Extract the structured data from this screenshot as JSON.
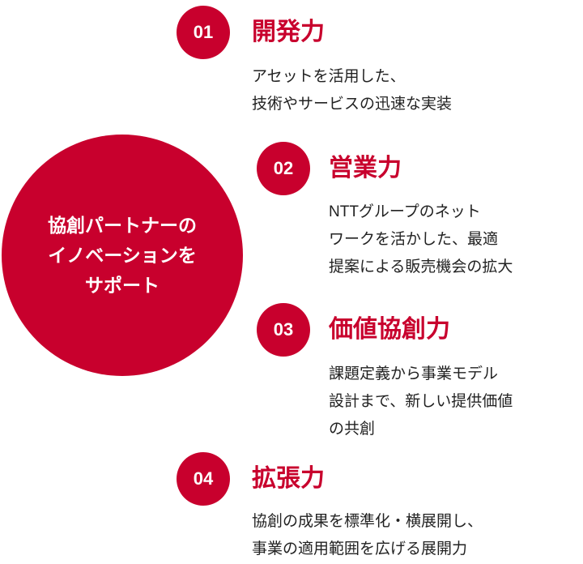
{
  "hub": {
    "lines": [
      "協創パートナーの",
      "イノベーションを",
      "サポート"
    ]
  },
  "items": [
    {
      "number": "01",
      "title": "開発力",
      "lines": [
        "アセットを活用した、",
        "技術やサービスの迅速な実装"
      ]
    },
    {
      "number": "02",
      "title": "営業力",
      "lines": [
        "NTTグループのネット",
        "ワークを活かした、最適",
        "提案による販売機会の拡大"
      ]
    },
    {
      "number": "03",
      "title": "価値協創力",
      "lines": [
        "課題定義から事業モデル",
        "設計まで、新しい提供価値",
        "の共創"
      ]
    },
    {
      "number": "04",
      "title": "拡張力",
      "lines": [
        "協創の成果を標準化・横展開し、",
        "事業の適用範囲を広げる展開力"
      ]
    }
  ],
  "colors": {
    "accent": "#c8002d"
  }
}
